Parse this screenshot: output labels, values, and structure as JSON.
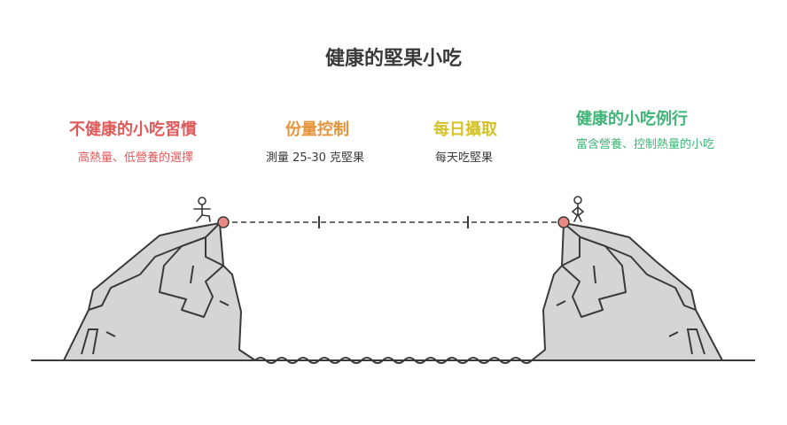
{
  "title": "健康的堅果小吃",
  "steps": [
    {
      "title": "不健康的小吃習慣",
      "description": "高熱量、低營養的選擇"
    },
    {
      "title": "份量控制",
      "description": "測量 25-30 克堅果"
    },
    {
      "title": "每日攝取",
      "description": "每天吃堅果"
    },
    {
      "title": "健康的小吃例行",
      "description": "富含營養、控制熱量的小吃"
    }
  ],
  "colors": {
    "step1": "#e05a5a",
    "step2": "#e6933a",
    "step3": "#d4c227",
    "step4": "#3fb577",
    "rock": "#d5d5d5",
    "line": "#3a3a3a"
  }
}
